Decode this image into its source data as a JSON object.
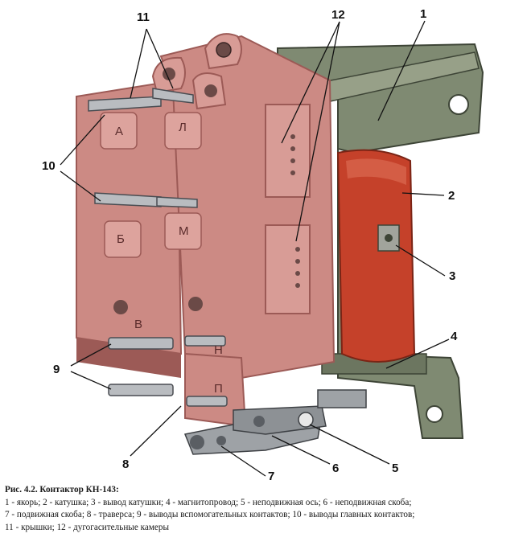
{
  "figure": {
    "callouts": [
      "1",
      "2",
      "3",
      "4",
      "5",
      "6",
      "7",
      "8",
      "9",
      "10",
      "11",
      "12"
    ],
    "chamber_letters": [
      "А",
      "Л",
      "Б",
      "М",
      "В",
      "Н",
      "П"
    ],
    "colors": {
      "housing": "#cc8a84",
      "housing_dark": "#9c5a56",
      "coil": "#c5412a",
      "magnet_core": "#7f8a72",
      "metal": "#b9bcc0"
    }
  },
  "caption": {
    "title": "Рис. 4.2. Контактор КН-143:",
    "line1": "1 - якорь; 2 - катушка; 3 - вывод катушки; 4 - магнитопровод; 5 - неподвижная ось; 6 - неподвижная скоба;",
    "line2": "7 - подвижная скоба; 8 - траверса; 9 - выводы вспомогательных контактов; 10 - выводы главных контактов;",
    "line3": "11 - крышки; 12 - дугогасительные камеры"
  }
}
